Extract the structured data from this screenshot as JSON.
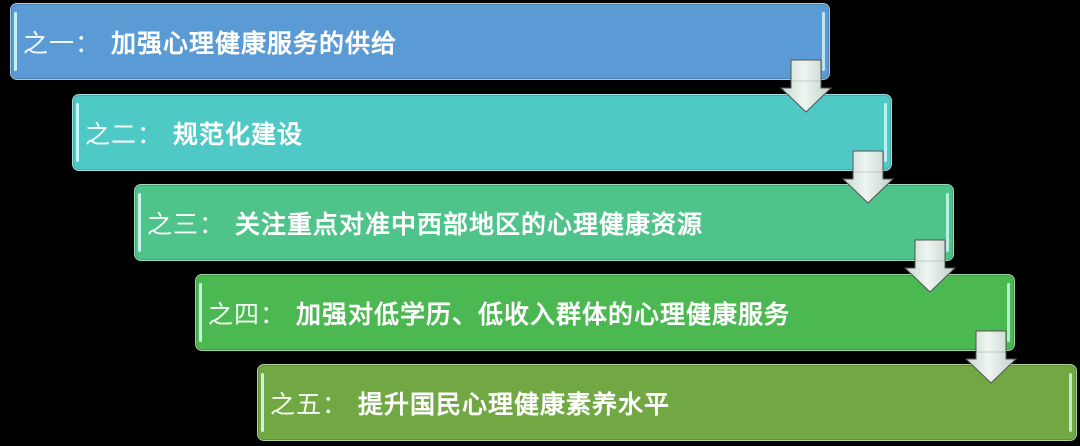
{
  "steps": [
    {
      "prefix": "之一：",
      "text": "加强心理健康服务的供给",
      "color": "#5b9bd5"
    },
    {
      "prefix": "之二：",
      "text": "规范化建设",
      "color": "#4fc9c6"
    },
    {
      "prefix": "之三：",
      "text": "关注重点对准中西部地区的心理健康资源",
      "color": "#4ec38a"
    },
    {
      "prefix": "之四：",
      "text": "加强对低学历、低收入群体的心理健康服务",
      "color": "#4cb852"
    },
    {
      "prefix": "之五：",
      "text": "提升国民心理健康素养水平",
      "color": "#72a844"
    }
  ],
  "arrow_icon": "down-arrow-icon"
}
